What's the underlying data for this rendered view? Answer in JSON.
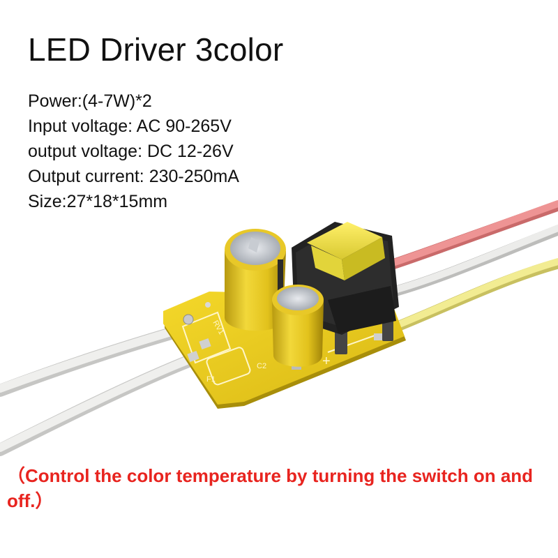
{
  "title": "LED Driver 3color",
  "specs": [
    "Power:(4-7W)*2",
    "Input voltage: AC 90-265V",
    "output voltage: DC 12-26V",
    "Output current: 230-250mA",
    "Size:27*18*15mm"
  ],
  "note": "（Control the color temperature by turning the switch on and off.）",
  "board_labels": {
    "rv1": "RV1",
    "f1": "F1",
    "c2": "C2",
    "plus": "+"
  },
  "colors": {
    "text": "#111111",
    "note": "#e8241f",
    "pcb": "#f0d21e",
    "wire_red": "#e98585",
    "wire_white": "#e6e6e4",
    "wire_yellow": "#efe88a"
  }
}
